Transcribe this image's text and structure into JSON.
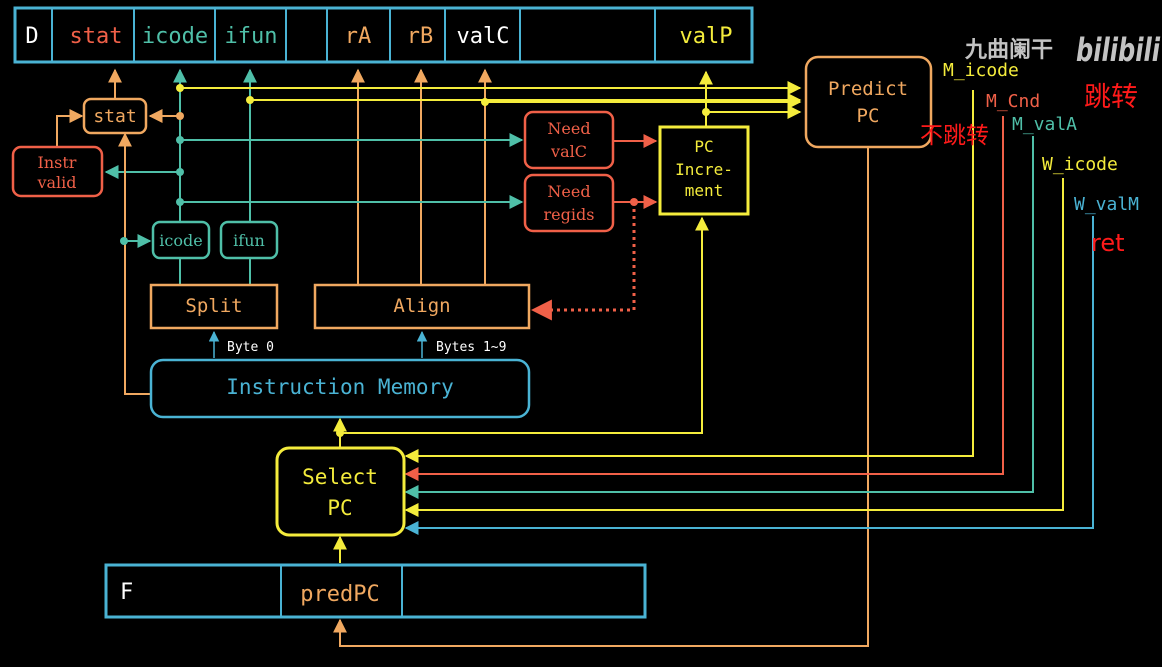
{
  "d_register": {
    "label": "D",
    "fields": [
      "stat",
      "icode",
      "ifun",
      "rA",
      "rB",
      "valC",
      "valP"
    ]
  },
  "f_register": {
    "label": "F",
    "field": "predPC"
  },
  "blocks": {
    "stat": "stat",
    "instr_valid": [
      "Instr",
      "valid"
    ],
    "icode": "icode",
    "ifun": "ifun",
    "split": "Split",
    "align": "Align",
    "need_valc": [
      "Need",
      "valC"
    ],
    "need_regids": [
      "Need",
      "regids"
    ],
    "pc_increment": [
      "PC",
      "Incre-",
      "ment"
    ],
    "predict_pc": [
      "Predict",
      "PC"
    ],
    "instruction_memory": "Instruction Memory",
    "select_pc": [
      "Select",
      "PC"
    ]
  },
  "byte_labels": {
    "byte0": "Byte 0",
    "bytes19": "Bytes 1~9"
  },
  "signals": {
    "m_icode": "M_icode",
    "m_cnd": "M_Cnd",
    "m_vala": "M_valA",
    "w_icode": "W_icode",
    "w_valm": "W_valM"
  },
  "annotations": {
    "jump": "跳转",
    "no_jump": "不跳转",
    "ret": "ret"
  },
  "watermark": {
    "author": "九曲阑干",
    "site": "bilibili"
  },
  "colors": {
    "blue": "#4ab3d4",
    "yellow": "#f4ec3c",
    "orange": "#f0a860",
    "red": "#f06048",
    "teal": "#4fbfa8",
    "annotation_red": "#ff1a1a"
  }
}
